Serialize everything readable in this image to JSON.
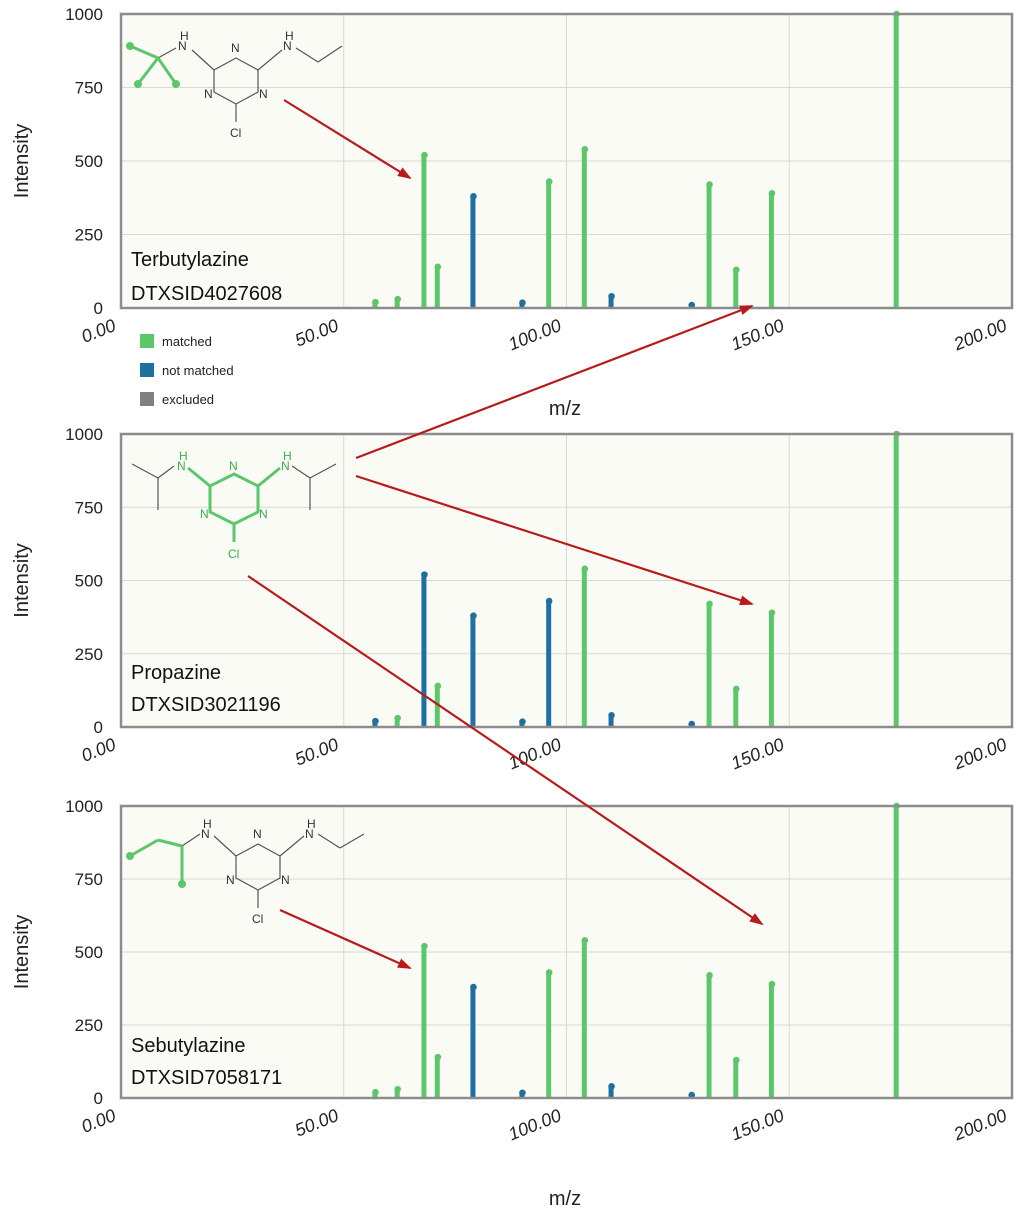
{
  "colors": {
    "matched": "#5cc76a",
    "not_matched": "#1f6f9f",
    "excluded": "#808080",
    "arrow": "#b71c1c",
    "plot_bg": "#fbfbf6"
  },
  "legend": {
    "items": [
      {
        "label": "matched",
        "color": "#5cc76a"
      },
      {
        "label": "not matched",
        "color": "#1f6f9f"
      },
      {
        "label": "excluded",
        "color": "#808080"
      }
    ]
  },
  "chart_data": [
    {
      "type": "bar",
      "compound": "Terbutylazine",
      "dtxsid": "DTXSID4027608",
      "xlabel": "m/z",
      "ylabel": "Intensity",
      "xlim": [
        0,
        200
      ],
      "ylim": [
        0,
        1000
      ],
      "xticks": [
        "0.00",
        "50.00",
        "100.00",
        "150.00",
        "200.00"
      ],
      "yticks": [
        "0",
        "250",
        "500",
        "750",
        "1000"
      ],
      "grid": true,
      "structure_highlight": "tert-butyl",
      "peaks": [
        {
          "mz": 57,
          "intensity": 20,
          "status": "matched"
        },
        {
          "mz": 62,
          "intensity": 30,
          "status": "matched"
        },
        {
          "mz": 68,
          "intensity": 520,
          "status": "matched"
        },
        {
          "mz": 71,
          "intensity": 140,
          "status": "matched"
        },
        {
          "mz": 79,
          "intensity": 380,
          "status": "not matched"
        },
        {
          "mz": 90,
          "intensity": 18,
          "status": "not matched"
        },
        {
          "mz": 96,
          "intensity": 430,
          "status": "matched"
        },
        {
          "mz": 104,
          "intensity": 540,
          "status": "matched"
        },
        {
          "mz": 110,
          "intensity": 40,
          "status": "not matched"
        },
        {
          "mz": 128,
          "intensity": 10,
          "status": "not matched"
        },
        {
          "mz": 132,
          "intensity": 420,
          "status": "matched"
        },
        {
          "mz": 138,
          "intensity": 130,
          "status": "matched"
        },
        {
          "mz": 146,
          "intensity": 390,
          "status": "matched"
        },
        {
          "mz": 174,
          "intensity": 1000,
          "status": "matched"
        }
      ]
    },
    {
      "type": "bar",
      "compound": "Propazine",
      "dtxsid": "DTXSID3021196",
      "xlabel": "",
      "ylabel": "Intensity",
      "xlim": [
        0,
        200
      ],
      "ylim": [
        0,
        1000
      ],
      "xticks": [
        "0.00",
        "50.00",
        "100.00",
        "150.00",
        "200.00"
      ],
      "yticks": [
        "0",
        "250",
        "500",
        "750",
        "1000"
      ],
      "grid": true,
      "structure_highlight": "triazine-core",
      "peaks": [
        {
          "mz": 57,
          "intensity": 20,
          "status": "not matched"
        },
        {
          "mz": 62,
          "intensity": 30,
          "status": "matched"
        },
        {
          "mz": 68,
          "intensity": 520,
          "status": "not matched"
        },
        {
          "mz": 71,
          "intensity": 140,
          "status": "matched"
        },
        {
          "mz": 79,
          "intensity": 380,
          "status": "not matched"
        },
        {
          "mz": 90,
          "intensity": 18,
          "status": "not matched"
        },
        {
          "mz": 96,
          "intensity": 430,
          "status": "not matched"
        },
        {
          "mz": 104,
          "intensity": 540,
          "status": "matched"
        },
        {
          "mz": 110,
          "intensity": 40,
          "status": "not matched"
        },
        {
          "mz": 128,
          "intensity": 10,
          "status": "not matched"
        },
        {
          "mz": 132,
          "intensity": 420,
          "status": "matched"
        },
        {
          "mz": 138,
          "intensity": 130,
          "status": "matched"
        },
        {
          "mz": 146,
          "intensity": 390,
          "status": "matched"
        },
        {
          "mz": 174,
          "intensity": 1000,
          "status": "matched"
        }
      ]
    },
    {
      "type": "bar",
      "compound": "Sebutylazine",
      "dtxsid": "DTXSID7058171",
      "xlabel": "m/z",
      "ylabel": "Intensity",
      "xlim": [
        0,
        200
      ],
      "ylim": [
        0,
        1000
      ],
      "xticks": [
        "0.00",
        "50.00",
        "100.00",
        "150.00",
        "200.00"
      ],
      "yticks": [
        "0",
        "250",
        "500",
        "750",
        "1000"
      ],
      "grid": true,
      "structure_highlight": "sec-butyl",
      "peaks": [
        {
          "mz": 57,
          "intensity": 20,
          "status": "matched"
        },
        {
          "mz": 62,
          "intensity": 30,
          "status": "matched"
        },
        {
          "mz": 68,
          "intensity": 520,
          "status": "matched"
        },
        {
          "mz": 71,
          "intensity": 140,
          "status": "matched"
        },
        {
          "mz": 79,
          "intensity": 380,
          "status": "not matched"
        },
        {
          "mz": 90,
          "intensity": 18,
          "status": "not matched"
        },
        {
          "mz": 96,
          "intensity": 430,
          "status": "matched"
        },
        {
          "mz": 104,
          "intensity": 540,
          "status": "matched"
        },
        {
          "mz": 110,
          "intensity": 40,
          "status": "not matched"
        },
        {
          "mz": 128,
          "intensity": 10,
          "status": "not matched"
        },
        {
          "mz": 132,
          "intensity": 420,
          "status": "matched"
        },
        {
          "mz": 138,
          "intensity": 130,
          "status": "matched"
        },
        {
          "mz": 146,
          "intensity": 390,
          "status": "matched"
        },
        {
          "mz": 174,
          "intensity": 1000,
          "status": "matched"
        }
      ]
    }
  ],
  "structure_atoms": {
    "amine": "N",
    "ring": "N",
    "chlorine": "Cl",
    "amine_h": "H"
  }
}
